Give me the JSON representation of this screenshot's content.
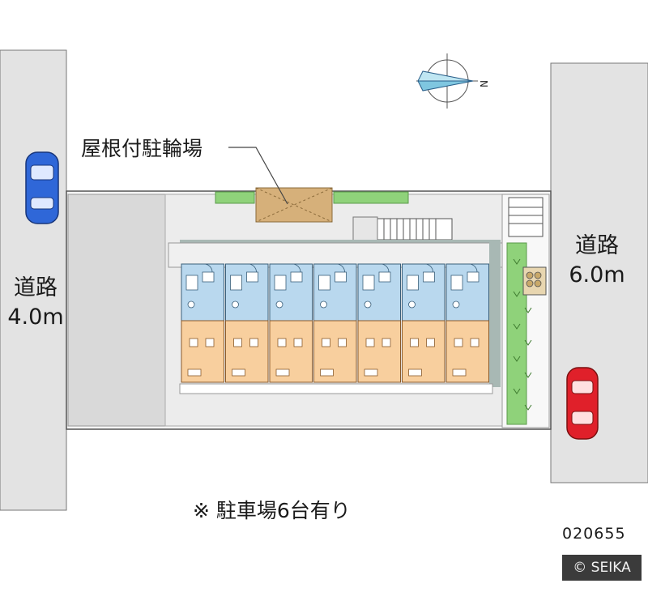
{
  "labels": {
    "bike_parking": "屋根付駐輪場",
    "road_left_name": "道路",
    "road_left_width": "4.0m",
    "road_right_name": "道路",
    "road_right_width": "6.0m",
    "parking_note": "※ 駐車場6台有り",
    "property_code": "020655",
    "copyright": "© SEIKA",
    "compass_north": "N"
  },
  "units": {
    "count": 7
  },
  "colors": {
    "road": "#e3e3e3",
    "lot": "#f4f4f4",
    "building_shadow": "#a8b8b4",
    "unit_wet_area": "#b9d8ee",
    "unit_living_area": "#f8cf9e",
    "planting": "#8fd27a",
    "bike_roof": "#d6b07a",
    "car_left": "#2f67d8",
    "car_right": "#e0202a"
  }
}
